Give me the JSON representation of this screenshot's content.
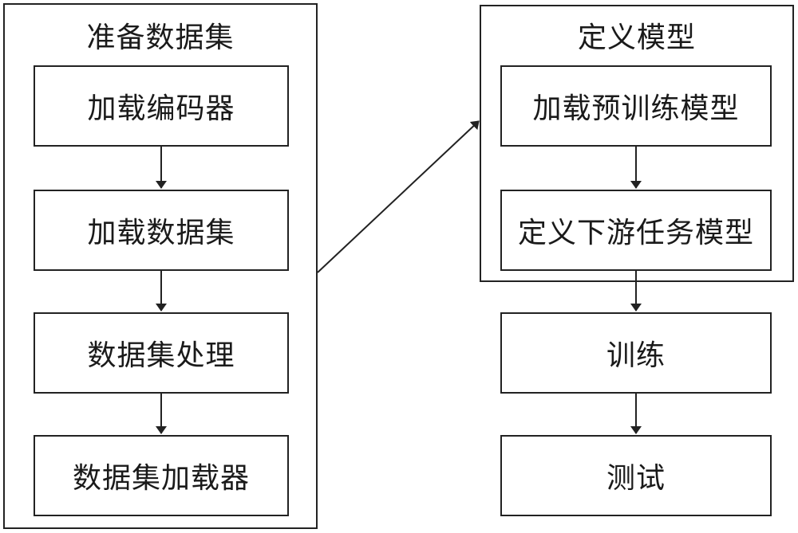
{
  "left_group": {
    "title": "准备数据集",
    "steps": [
      "加载编码器",
      "加载数据集",
      "数据集处理",
      "数据集加载器"
    ]
  },
  "right_group": {
    "title": "定义模型",
    "steps": [
      "加载预训练模型",
      "定义下游任务模型"
    ]
  },
  "after_steps": [
    "训练",
    "测试"
  ],
  "colors": {
    "stroke": "#222222",
    "background": "#ffffff"
  }
}
